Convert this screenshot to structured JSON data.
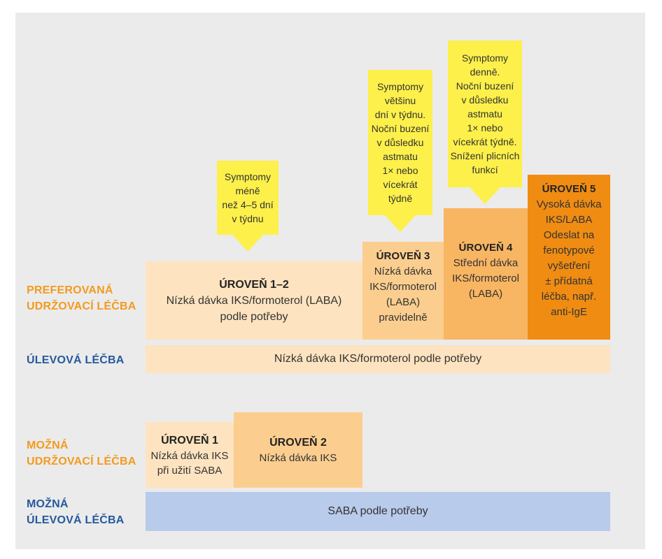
{
  "row_labels": {
    "preferred_maintenance": [
      "PREFEROVANÁ",
      "UDRŽOVACÍ LÉČBA"
    ],
    "reliever": [
      "ÚLEVOVÁ LÉČBA"
    ],
    "possible_maintenance": [
      "MOŽNÁ",
      "UDRŽOVACÍ LÉČBA"
    ],
    "possible_reliever": [
      "MOŽNÁ",
      "ÚLEVOVÁ LÉČBA"
    ]
  },
  "callouts": [
    {
      "lines": [
        "Symptomy",
        "méně",
        "než 4–5 dní",
        "v týdnu"
      ]
    },
    {
      "lines": [
        "Symptomy",
        "většinu",
        "dní v týdnu.",
        "Noční buzení",
        "v důsledku",
        "astmatu",
        "1× nebo",
        "vícekrát",
        "týdně"
      ]
    },
    {
      "lines": [
        "Symptomy",
        "denně.",
        "Noční buzení",
        "v důsledku",
        "astmatu",
        "1× nebo",
        "vícekrát týdně.",
        "Snížení plicních",
        "funkcí"
      ]
    }
  ],
  "levels": {
    "l12": {
      "title": "ÚROVEŇ 1–2",
      "lines": [
        "Nízká dávka IKS/formoterol (LABA)",
        "podle  potřeby"
      ]
    },
    "l3": {
      "title": "ÚROVEŇ 3",
      "lines": [
        "Nízká dávka",
        "IKS/formoterol",
        "(LABA)",
        "pravidelně"
      ]
    },
    "l4": {
      "title": "ÚROVEŇ 4",
      "lines": [
        "Střední dávka",
        "IKS/formoterol",
        "(LABA)"
      ]
    },
    "l5": {
      "title": "ÚROVEŇ 5",
      "lines": [
        "Vysoká  dávka",
        "IKS/LABA",
        "Odeslat na",
        "fenotypové",
        "vyšetření",
        "± přídatná",
        "léčba, např.",
        "anti-IgE"
      ]
    },
    "l1": {
      "title": "ÚROVEŇ 1",
      "lines": [
        "Nízká dávka IKS",
        "při užití SABA"
      ]
    },
    "l2": {
      "title": "ÚROVEŇ 2",
      "lines": [
        "Nízká dávka IKS"
      ]
    }
  },
  "reliever_bar": "Nízká dávka IKS/formoterol podle potřeby",
  "saba_bar": "SABA podle potřeby",
  "colors": {
    "panel": "#ebebeb",
    "level_12": "#fde3bf",
    "level_3": "#fbce8f",
    "level_4": "#f8b562",
    "level_5": "#f08c12",
    "reliever": "#fde3bf",
    "saba": "#b9cbeb",
    "callout": "#fdf04a",
    "label_orange": "#f39a1e",
    "label_blue": "#245a9c"
  }
}
